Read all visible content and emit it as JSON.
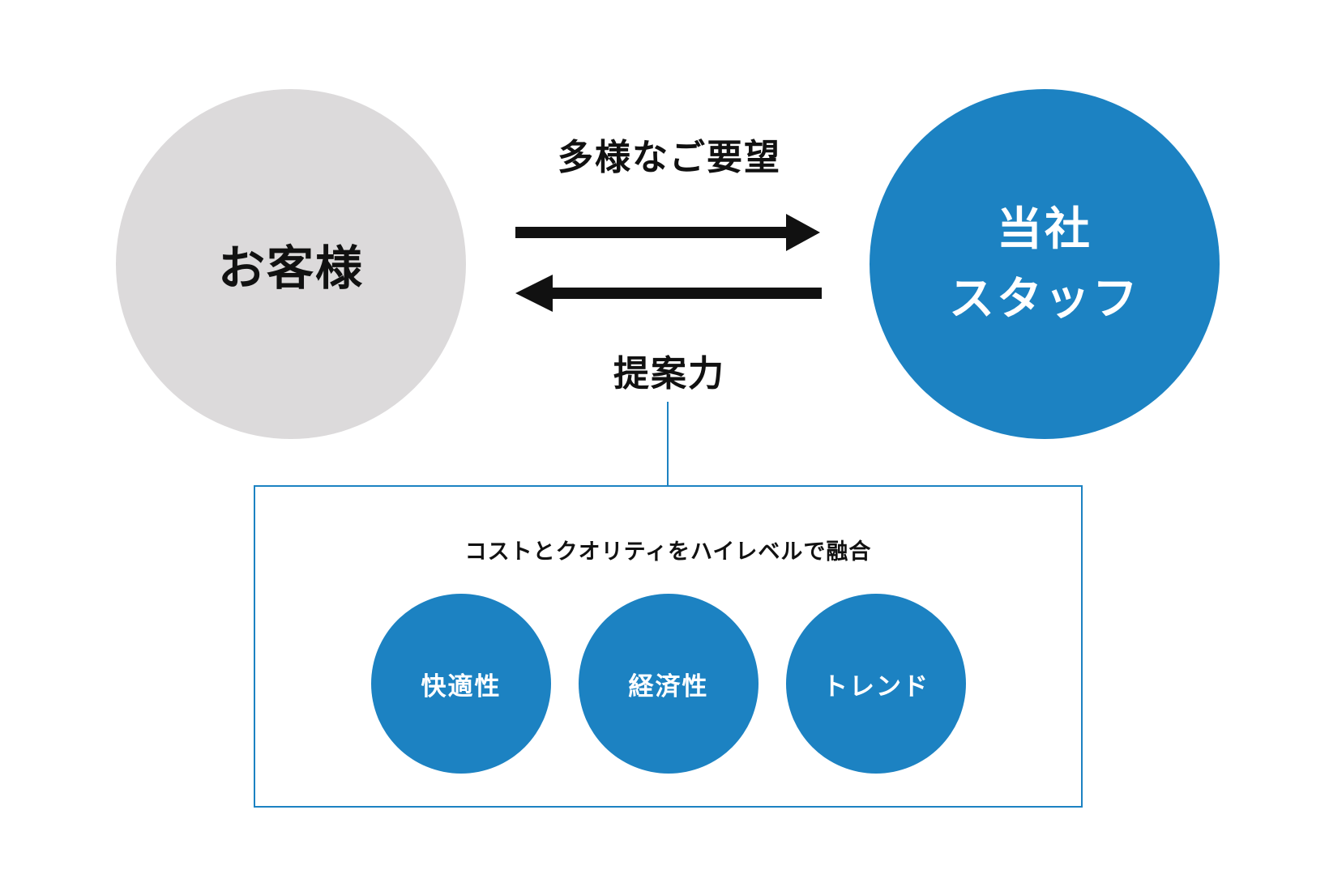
{
  "diagram": {
    "customer": {
      "label": "お客様"
    },
    "company": {
      "line1": "当社",
      "line2": "スタッフ"
    },
    "flows": {
      "request": "多様なご要望",
      "proposal": "提案力"
    },
    "feature_box": {
      "heading": "コストとクオリティをハイレベルで融合",
      "items": [
        {
          "label": "快適性"
        },
        {
          "label": "経済性"
        },
        {
          "label": "トレンド"
        }
      ]
    }
  },
  "colors": {
    "accent_blue": "#1c82c2",
    "customer_gray": "#dcdadb",
    "arrow_black": "#111111"
  }
}
